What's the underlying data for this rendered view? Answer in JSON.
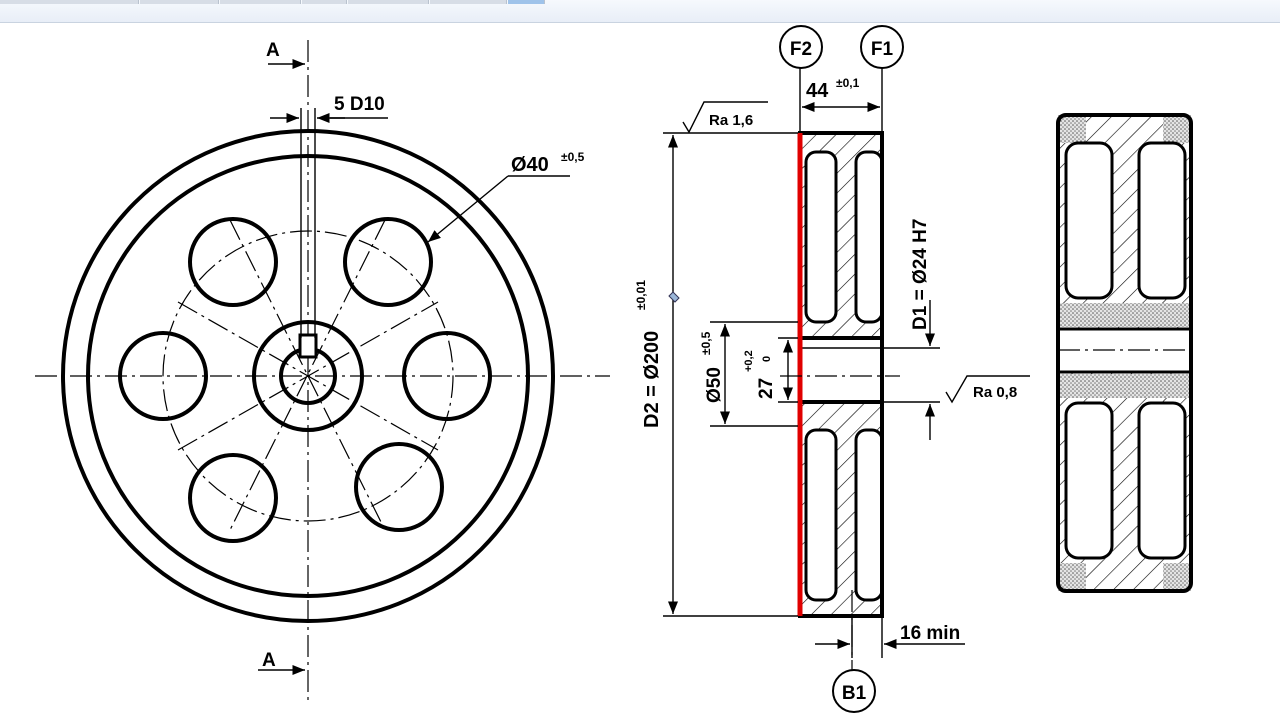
{
  "drawing": {
    "section_marker_top": "A",
    "section_marker_bottom": "A",
    "keyway_dim": "5 D10",
    "hole_dim": "Ø40",
    "hole_tol": "±0,5",
    "datum_f2": "F2",
    "datum_f1": "F1",
    "datum_b1": "B1",
    "width_dim": "44",
    "width_tol": "±0,1",
    "roughness_top": "Ra 1,6",
    "roughness_bore": "Ra 0,8",
    "d2_dim": "D2 = Ø200",
    "d2_tol": "±0,01",
    "hub_dim": "Ø50",
    "hub_tol": "±0,5",
    "key_depth": "27",
    "key_tol_upper": "+0,2",
    "key_tol_lower": "0",
    "d1_dim": "D1 = Ø24 H7",
    "web_dim": "16 min"
  },
  "colors": {
    "line": "#000000",
    "highlight": "#e00000",
    "toolbar": "#e8eef7"
  }
}
